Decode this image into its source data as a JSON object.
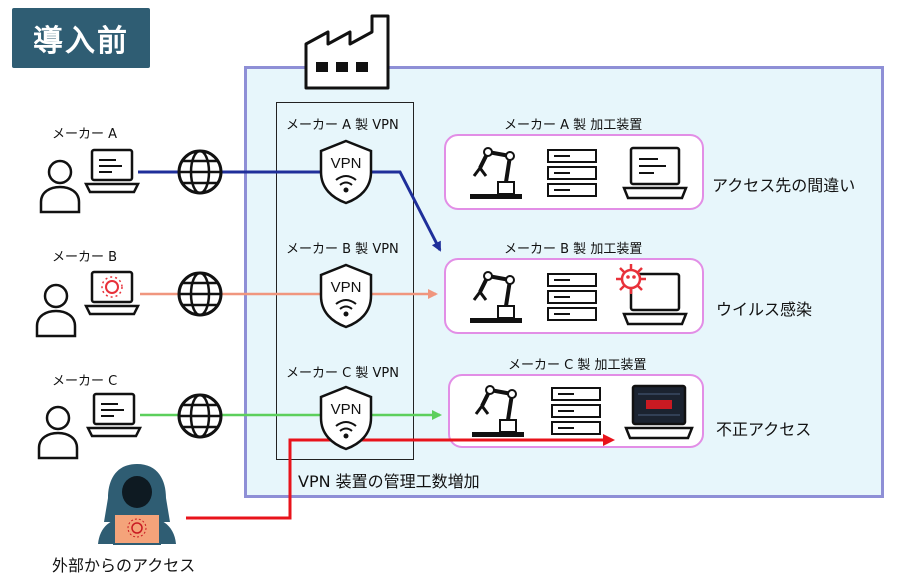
{
  "title": "導入前",
  "makers": [
    {
      "label": "メーカー A",
      "vpn_label": "メーカー A 製 VPN",
      "machine_label": "メーカー A 製 加工装置",
      "issue": "アクセス先の間違い",
      "arrow_color": "#1f2f9a"
    },
    {
      "label": "メーカー B",
      "vpn_label": "メーカー B 製 VPN",
      "machine_label": "メーカー B 製 加工装置",
      "issue": "ウイルス感染",
      "arrow_color": "#f0967e"
    },
    {
      "label": "メーカー C",
      "vpn_label": "メーカー C 製 VPN",
      "machine_label": "メーカー C 製 加工装置",
      "issue": "不正アクセス",
      "arrow_color": "#5ccf5c"
    }
  ],
  "vpn_text": "VPN",
  "vpn_note": "VPN 装置の管理工数増加",
  "external_label": "外部からのアクセス",
  "colors": {
    "title_bg": "#2f5d73",
    "factory_bg": "#e7f6fb",
    "factory_border": "#8e8fd6",
    "machine_border": "#e28ee6",
    "attack": "#e8131b",
    "virus": "#e8313a"
  }
}
